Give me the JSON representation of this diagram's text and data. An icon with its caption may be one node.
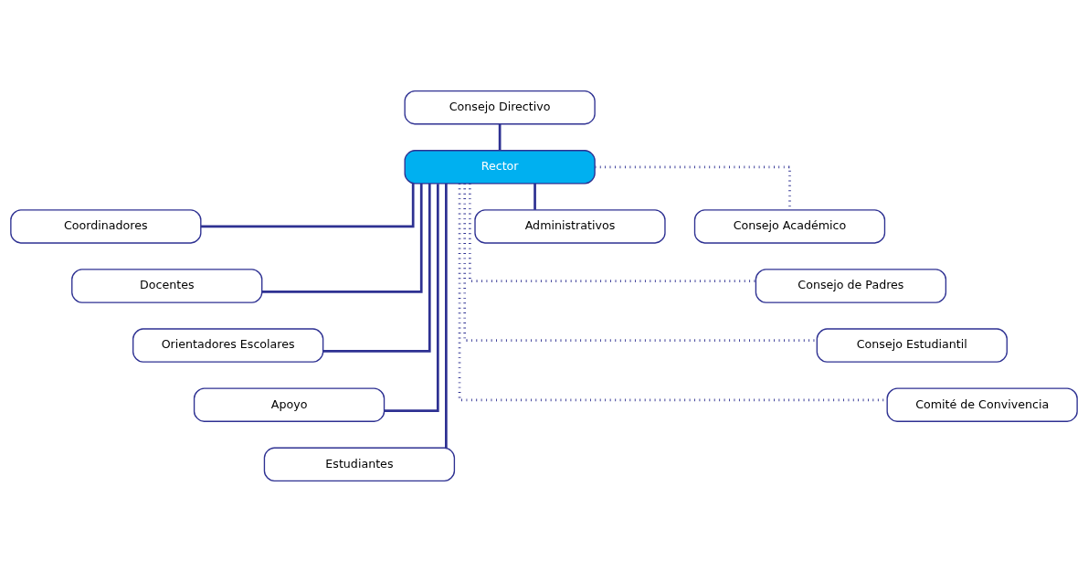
{
  "diagram": {
    "nodes": [
      {
        "text": [
          "Consejo Directivo"
        ]
      },
      {
        "text": [
          "Rector"
        ]
      },
      {
        "text": [
          "Coordinadores"
        ]
      },
      {
        "text": [
          "Docentes"
        ]
      },
      {
        "text": [
          "Orientadores Escolares"
        ]
      },
      {
        "text": [
          "Apoyo"
        ]
      },
      {
        "text": [
          "Estudiantes"
        ]
      },
      {
        "text": [
          "Administrativos"
        ]
      },
      {
        "text": [
          "Consejo Académico"
        ]
      },
      {
        "text": [
          "Consejo de Padres"
        ]
      },
      {
        "text": [
          "Consejo Estudiantil"
        ]
      },
      {
        "text": [
          "Comité de Convivencia"
        ]
      }
    ],
    "edges": [
      {
        "from": 0,
        "to": 1,
        "arrow": "none"
      },
      {
        "from": 1,
        "to": 2,
        "arrow": "none"
      },
      {
        "from": 1,
        "to": 3,
        "arrow": "none"
      },
      {
        "from": 1,
        "to": 4,
        "arrow": "none"
      },
      {
        "from": 1,
        "to": 5,
        "arrow": "none"
      },
      {
        "from": 1,
        "to": 6,
        "arrow": "none"
      },
      {
        "from": 1,
        "to": 7,
        "arrow": "none"
      },
      {
        "from": 1,
        "to": 8,
        "arrow": "none",
        "style": "dashed"
      },
      {
        "from": 1,
        "to": 9,
        "arrow": "none",
        "style": "dashed"
      },
      {
        "from": 1,
        "to": 10,
        "arrow": "none",
        "style": "dashed"
      },
      {
        "from": 1,
        "to": 11,
        "arrow": "none",
        "style": "dashed"
      }
    ]
  }
}
